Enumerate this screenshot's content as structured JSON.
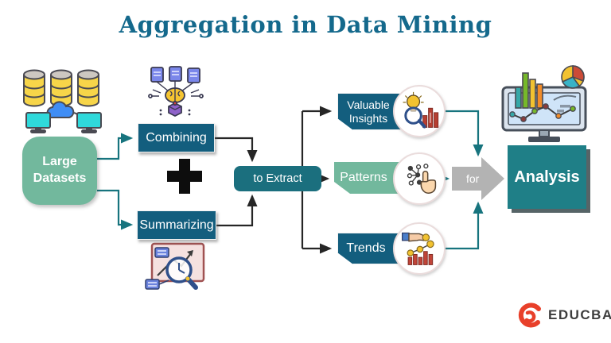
{
  "title": "Aggregation in Data Mining",
  "flow": {
    "source": {
      "label": "Large Datasets",
      "icon": "database-cluster-icon"
    },
    "operations": [
      {
        "label": "Combining",
        "icon": "documents-brain-icon"
      },
      {
        "label": "Summarizing",
        "icon": "board-magnifier-icon"
      }
    ],
    "operator": "+",
    "extract": {
      "label": "to Extract"
    },
    "outputs": [
      {
        "label": "Valuable Insights",
        "icon": "insight-bulb-magnifier-icon"
      },
      {
        "label": "Patterns",
        "icon": "pattern-dots-hand-icon"
      },
      {
        "label": "Trends",
        "icon": "trend-coins-chart-icon"
      }
    ],
    "connector": {
      "label": "for",
      "icon": "gray-block-arrow-icon"
    },
    "destination": {
      "label": "Analysis",
      "icon": "monitor-analytics-icon"
    }
  },
  "logo": {
    "brand": "EDUCBA",
    "icon": "educba-swirl-icon"
  },
  "colors": {
    "title": "#14698c",
    "teal_dark": "#135e7e",
    "teal_extract": "#1b6f7e",
    "teal_analysis": "#1f7f87",
    "green": "#72b89d",
    "line_teal": "#17747e",
    "line_black": "#262626",
    "arrow_gray": "#b3b3b3",
    "logo_red": "#e8402a"
  }
}
